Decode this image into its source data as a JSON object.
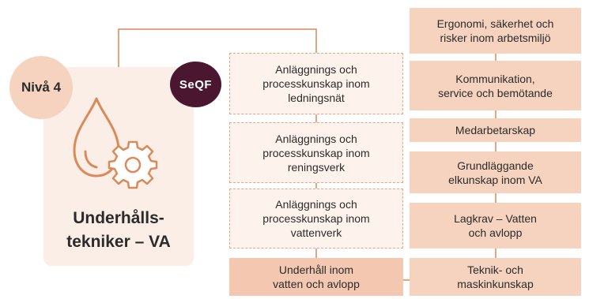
{
  "level_badge": "Nivå 4",
  "seqf_badge": "SeQF",
  "title_line1": "Underhålls-",
  "title_line2": "tekniker – VA",
  "icon": "water-drop-gear-icon",
  "colors": {
    "accent": "#d98a58",
    "badge": "#4a1630",
    "peach": "#f6d3bf",
    "card": "#fbeee6"
  },
  "middle_column": [
    {
      "line1": "Anläggnings och",
      "line2": "processkunskap inom",
      "line3": "ledningsnät"
    },
    {
      "line1": "Anläggnings och",
      "line2": "processkunskap inom",
      "line3": "reningsverk"
    },
    {
      "line1": "Anläggnings och",
      "line2": "processkunskap inom",
      "line3": "vattenverk"
    },
    {
      "line1": "Underhåll inom",
      "line2": "vatten och avlopp"
    }
  ],
  "right_column": [
    {
      "line1": "Ergonomi, säkerhet och",
      "line2": "risker inom arbetsmiljö"
    },
    {
      "line1": "Kommunikation,",
      "line2": "service och bemötande"
    },
    {
      "line1": "Medarbetarskap"
    },
    {
      "line1": "Grundläggande",
      "line2": "elkunskap inom VA"
    },
    {
      "line1": "Lagkrav – Vatten",
      "line2": "och avlopp"
    },
    {
      "line1": "Teknik- och",
      "line2": "maskinkunskap"
    }
  ]
}
